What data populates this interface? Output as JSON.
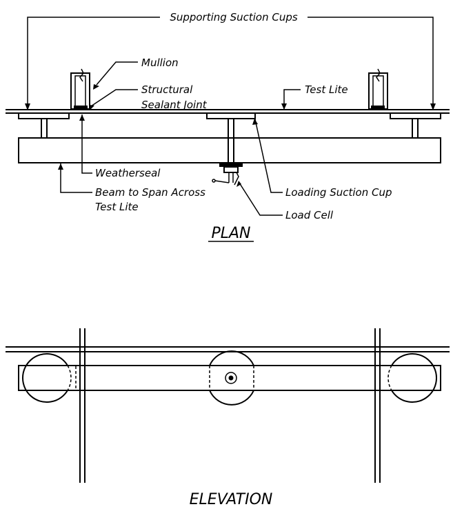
{
  "plan": {
    "title": "PLAN",
    "labels": {
      "supporting_suction_cups": "Supporting Suction Cups",
      "mullion": "Mullion",
      "structural": "Structural",
      "sealant_joint": "Sealant Joint",
      "test_lite": "Test Lite",
      "weatherseal": "Weatherseal",
      "beam_line1": "Beam to Span Across",
      "beam_line2": "Test Lite",
      "loading_suction_cup": "Loading Suction Cup",
      "load_cell": "Load Cell"
    }
  },
  "elevation": {
    "title": "ELEVATION"
  }
}
